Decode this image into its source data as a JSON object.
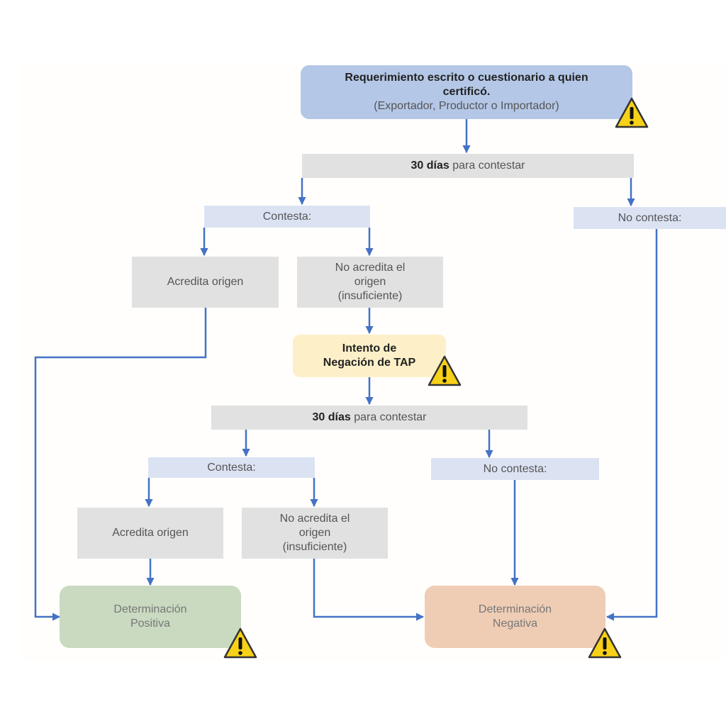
{
  "diagram": {
    "start": {
      "title": "Requerimiento escrito o cuestionario a quien certificó.",
      "subtitle": "(Exportador, Productor o Importador)"
    },
    "deadline_1": {
      "bold": "30 días",
      "rest": " para contestar"
    },
    "contesta_1": "Contesta:",
    "no_contesta_1": "No contesta:",
    "acredita_1": "Acredita origen",
    "no_acredita_1": [
      "No acredita el",
      "origen",
      "(insuficiente)"
    ],
    "intento": [
      "Intento de",
      "Negación de TAP"
    ],
    "deadline_2": {
      "bold": "30 días",
      "rest": " para contestar"
    },
    "contesta_2": "Contesta:",
    "no_contesta_2": "No contesta:",
    "acredita_2": "Acredita origen",
    "no_acredita_2": [
      "No acredita el",
      "origen",
      "(insuficiente)"
    ],
    "positiva": [
      "Determinación",
      "Positiva"
    ],
    "negativa": [
      "Determinación",
      "Negativa"
    ],
    "icons": {
      "warning": "warning-triangle-icon"
    },
    "colors": {
      "arrow": "#4472c4",
      "start_box": "#b4c7e7",
      "grey_box": "#e1e1e1",
      "light_blue_box": "#dbe3f3",
      "intento_box": "#fdf0c8",
      "positive_box": "#c9dac0",
      "negative_box": "#efcdb5",
      "warning": "#f7d117"
    }
  }
}
